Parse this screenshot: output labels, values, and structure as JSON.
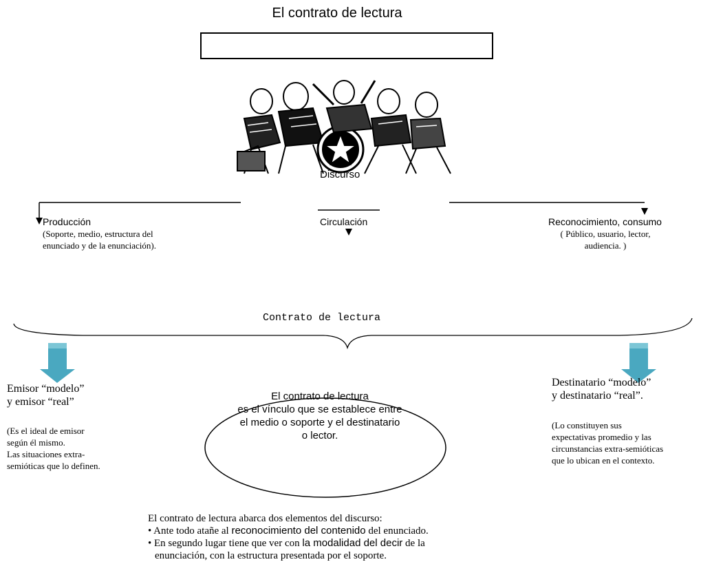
{
  "title": "El contrato de lectura",
  "center_label": "Discurso",
  "branches": {
    "production": {
      "label": "Producción",
      "desc_lines": [
        "(Soporte, medio, estructura del",
        "enunciado y de la enunciación)."
      ]
    },
    "circulation": {
      "label": "Circulación"
    },
    "recognition": {
      "label": "Reconocimiento, consumo",
      "desc_lines": [
        "( Público, usuario, lector,",
        "audiencia. )"
      ]
    }
  },
  "brace_label": "Contrato de lectura",
  "emisor": {
    "title": "Emisor “modelo”\ny emisor “real”",
    "desc_lines": [
      "(Es el ideal de emisor",
      "según él mismo.",
      "Las situaciones extra-",
      "semióticas que lo definen."
    ]
  },
  "destinatario": {
    "title": "Destinatario “modelo”\ny destinatario “real”.",
    "desc_lines": [
      "(Lo constituyen sus",
      "expectativas promedio y las",
      "circunstancias extra-semióticas",
      "que lo ubican en el contexto."
    ]
  },
  "ellipse_lines": [
    "El contrato de lectura",
    "es el vínculo que se establece entre",
    "el medio o soporte y el destinatario",
    "o lector."
  ],
  "footer": {
    "intro": "El contrato de lectura abarca dos elementos del discurso:",
    "b1_pre": "• Ante todo atañe al ",
    "b1_em": "reconocimiento del contenido",
    "b1_post": " del enunciado.",
    "b2_pre": "• En segundo lugar tiene que ver con ",
    "b2_em": "la modalidad del decir",
    "b2_post": " de la",
    "b3": "enunciación, con la estructura presentada por el soporte."
  },
  "colors": {
    "arrow_fill": "#4aa8c0",
    "arrow_top": "#7cc6d6",
    "line": "#000000"
  },
  "illustration": "cartoon-musicians-with-drum-icon"
}
